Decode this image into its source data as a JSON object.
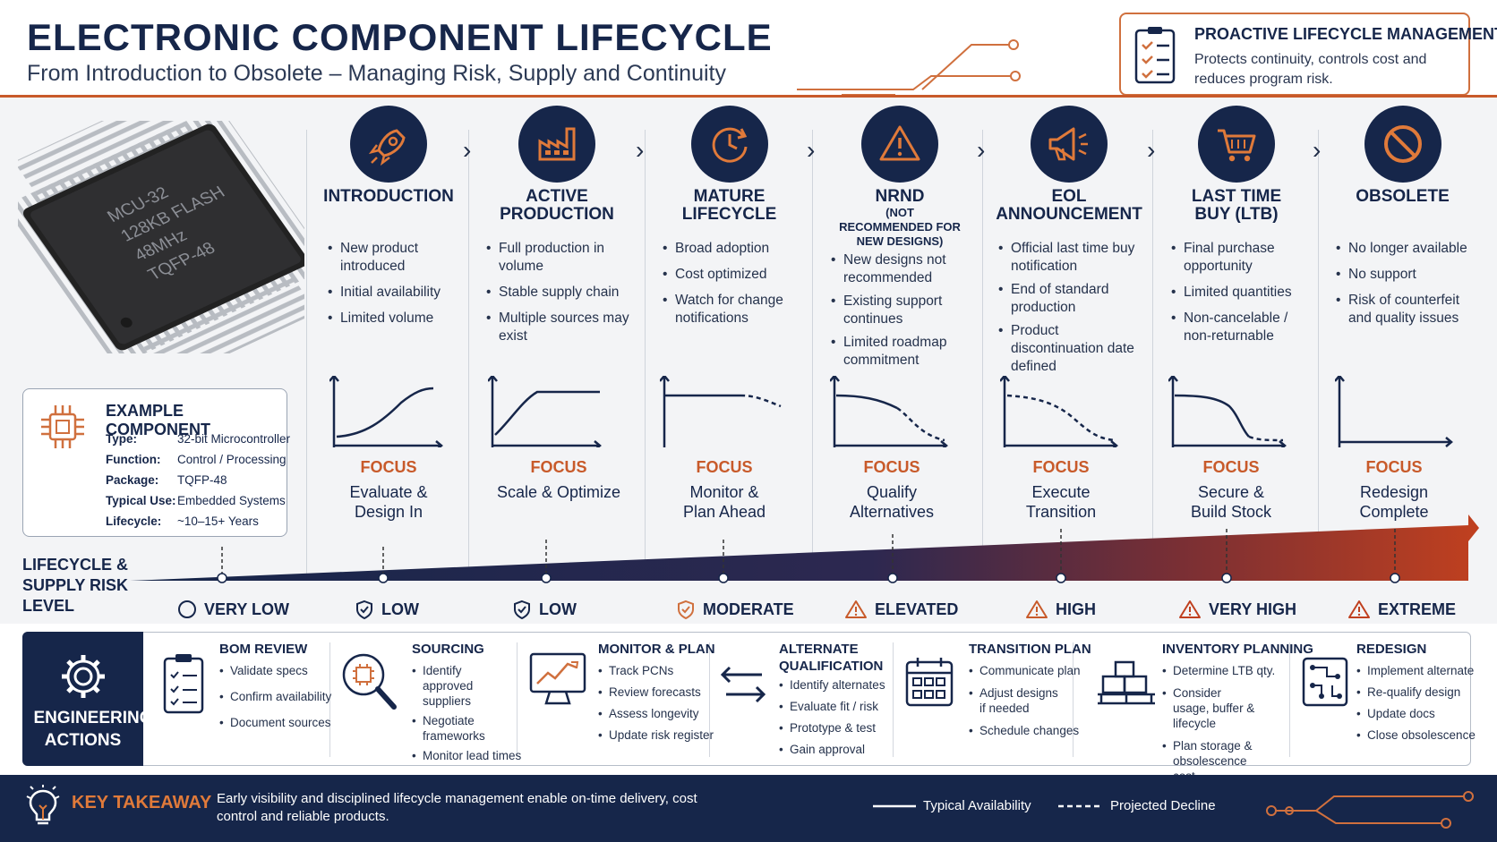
{
  "header": {
    "title": "ELECTRONIC COMPONENT LIFECYCLE",
    "subtitle": "From Introduction to Obsolete – Managing Risk, Supply and Continuity"
  },
  "proactive": {
    "title": "PROACTIVE LIFECYCLE MANAGEMENT",
    "desc": "Protects continuity, controls cost and reduces program risk."
  },
  "chip": {
    "lines": [
      "MCU-32",
      "128KB FLASH",
      "48MHz",
      "TQFP-48"
    ]
  },
  "example": {
    "title": "EXAMPLE COMPONENT",
    "rows": [
      {
        "k": "Type:",
        "v": "32-bit Microcontroller"
      },
      {
        "k": "Function:",
        "v": "Control / Processing"
      },
      {
        "k": "Package:",
        "v": "TQFP-48"
      },
      {
        "k": "Typical Use:",
        "v": "Embedded Systems"
      },
      {
        "k": "Lifecycle:",
        "v": "~10–15+ Years"
      }
    ]
  },
  "stages": [
    {
      "name": "INTRODUCTION",
      "sub": "",
      "icon": "rocket-icon",
      "bullets": [
        "New product introduced",
        "Initial availability",
        "Limited volume"
      ],
      "focus_label": "FOCUS",
      "focus": "Evaluate & Design In"
    },
    {
      "name": "ACTIVE PRODUCTION",
      "sub": "",
      "icon": "factory-icon",
      "bullets": [
        "Full production in volume",
        "Stable supply chain",
        "Multiple sources may exist"
      ],
      "focus_label": "FOCUS",
      "focus": "Scale & Optimize"
    },
    {
      "name": "MATURE LIFECYCLE",
      "sub": "",
      "icon": "clock-icon",
      "bullets": [
        "Broad adoption",
        "Cost optimized",
        "Watch for change notifications"
      ],
      "focus_label": "FOCUS",
      "focus": "Monitor & Plan Ahead"
    },
    {
      "name": "NRND",
      "sub": "(NOT RECOMMENDED FOR NEW DESIGNS)",
      "icon": "warning-icon",
      "bullets": [
        "New designs not recommended",
        "Existing support continues",
        "Limited roadmap commitment"
      ],
      "focus_label": "FOCUS",
      "focus": "Qualify Alternatives"
    },
    {
      "name": "EOL ANNOUNCEMENT",
      "sub": "",
      "icon": "megaphone-icon",
      "bullets": [
        "Official last time buy notification",
        "End of standard production",
        "Product discontinuation date defined"
      ],
      "focus_label": "FOCUS",
      "focus": "Execute Transition"
    },
    {
      "name": "LAST TIME BUY (LTB)",
      "sub": "",
      "icon": "cart-icon",
      "bullets": [
        "Final purchase opportunity",
        "Limited quantities",
        "Non-cancelable / non-returnable"
      ],
      "focus_label": "FOCUS",
      "focus": "Secure & Build Stock"
    },
    {
      "name": "OBSOLETE",
      "sub": "",
      "icon": "prohibited-icon",
      "bullets": [
        "No longer available",
        "No support",
        "Risk of counterfeit and quality issues"
      ],
      "focus_label": "FOCUS",
      "focus": "Redesign Complete"
    }
  ],
  "risk": {
    "label": "LIFECYCLE & SUPPLY RISK LEVEL",
    "levels": [
      {
        "label": "VERY LOW",
        "icon": "circle-icon"
      },
      {
        "label": "LOW",
        "icon": "shield-check-icon"
      },
      {
        "label": "LOW",
        "icon": "shield-check-icon"
      },
      {
        "label": "MODERATE",
        "icon": "shield-check-icon"
      },
      {
        "label": "ELEVATED",
        "icon": "warning-icon"
      },
      {
        "label": "HIGH",
        "icon": "warning-icon"
      },
      {
        "label": "VERY HIGH",
        "icon": "warning-icon"
      },
      {
        "label": "EXTREME",
        "icon": "warning-icon"
      }
    ],
    "colors": {
      "low": "#16264a",
      "high": "#c0401f"
    }
  },
  "actions": {
    "label": "ENGINEERING ACTIONS",
    "items": [
      {
        "title": "BOM REVIEW",
        "icon": "clipboard-icon",
        "bullets": [
          "Validate specs",
          "Confirm availability",
          "Document sources"
        ]
      },
      {
        "title": "SOURCING",
        "icon": "magnifier-icon",
        "bullets": [
          "Identify approved suppliers",
          "Negotiate frameworks",
          "Monitor lead times"
        ]
      },
      {
        "title": "MONITOR & PLAN",
        "icon": "monitor-chart-icon",
        "bullets": [
          "Track PCNs",
          "Review forecasts",
          "Assess longevity",
          "Update risk register"
        ]
      },
      {
        "title": "ALTERNATE QUALIFICATION",
        "icon": "swap-arrows-icon",
        "bullets": [
          "Identify alternates",
          "Evaluate fit / risk",
          "Prototype & test",
          "Gain approval"
        ]
      },
      {
        "title": "TRANSITION PLAN",
        "icon": "calendar-icon",
        "bullets": [
          "Communicate plan",
          "Adjust designs if needed",
          "Schedule changes"
        ]
      },
      {
        "title": "INVENTORY PLANNING",
        "icon": "boxes-icon",
        "bullets": [
          "Determine LTB qty.",
          "Consider usage, buffer & lifecycle",
          "Plan storage & obsolescence cost"
        ]
      },
      {
        "title": "REDESIGN",
        "icon": "circuit-board-icon",
        "bullets": [
          "Implement alternate",
          "Re-qualify design",
          "Update docs",
          "Close obsolescence"
        ]
      }
    ]
  },
  "footer": {
    "takeaway_label": "KEY TAKEAWAY",
    "takeaway": "Early visibility and disciplined lifecycle management enable on-time delivery, cost control and reliable products.",
    "legend_solid": "Typical Availability",
    "legend_dashed": "Projected Decline"
  },
  "colors": {
    "navy": "#16264a",
    "accent": "#c85a2a"
  }
}
